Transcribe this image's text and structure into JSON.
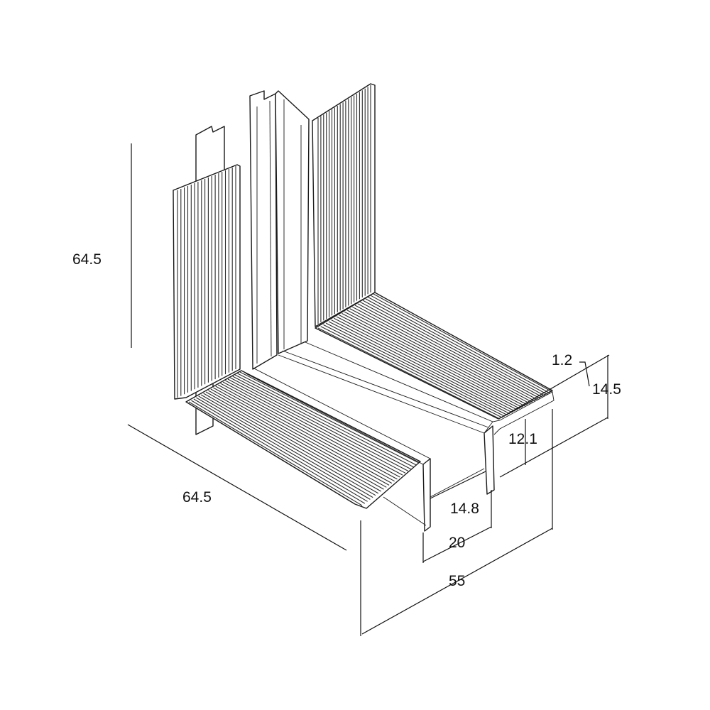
{
  "dimensions": {
    "height": "64.5",
    "depth": "64.5",
    "overall_width": "55",
    "channel_width": "20",
    "inner_width": "14.8",
    "channel_depth": "12.1",
    "flange_height": "14.5",
    "wall_thickness": "1.2"
  }
}
